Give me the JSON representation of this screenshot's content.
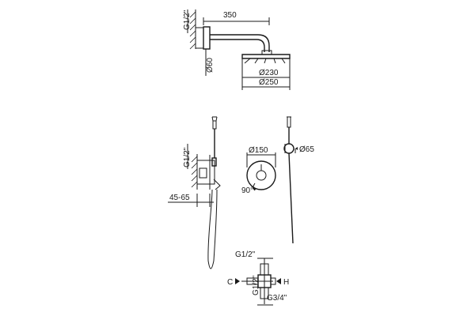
{
  "shower_head": {
    "arm_length": "350",
    "inlet_thread": "G1/2\"",
    "wall_flange_diameter": "Ø60",
    "head_inner_diameter": "Ø230",
    "head_outer_diameter": "Ø250"
  },
  "hand_shower_set": {
    "inlet_thread": "G1/2\"",
    "embed_depth": "45-65"
  },
  "valve_plate": {
    "plate_diameter": "Ø150",
    "rotation": "90°"
  },
  "hand_shower_front": {
    "holder_diameter": "Ø65"
  },
  "valve_body": {
    "top_thread": "G1/2\"",
    "side_thread": "G1/2\"",
    "bottom_thread": "G3/4\"",
    "cold_label": "C",
    "hot_label": "H"
  }
}
